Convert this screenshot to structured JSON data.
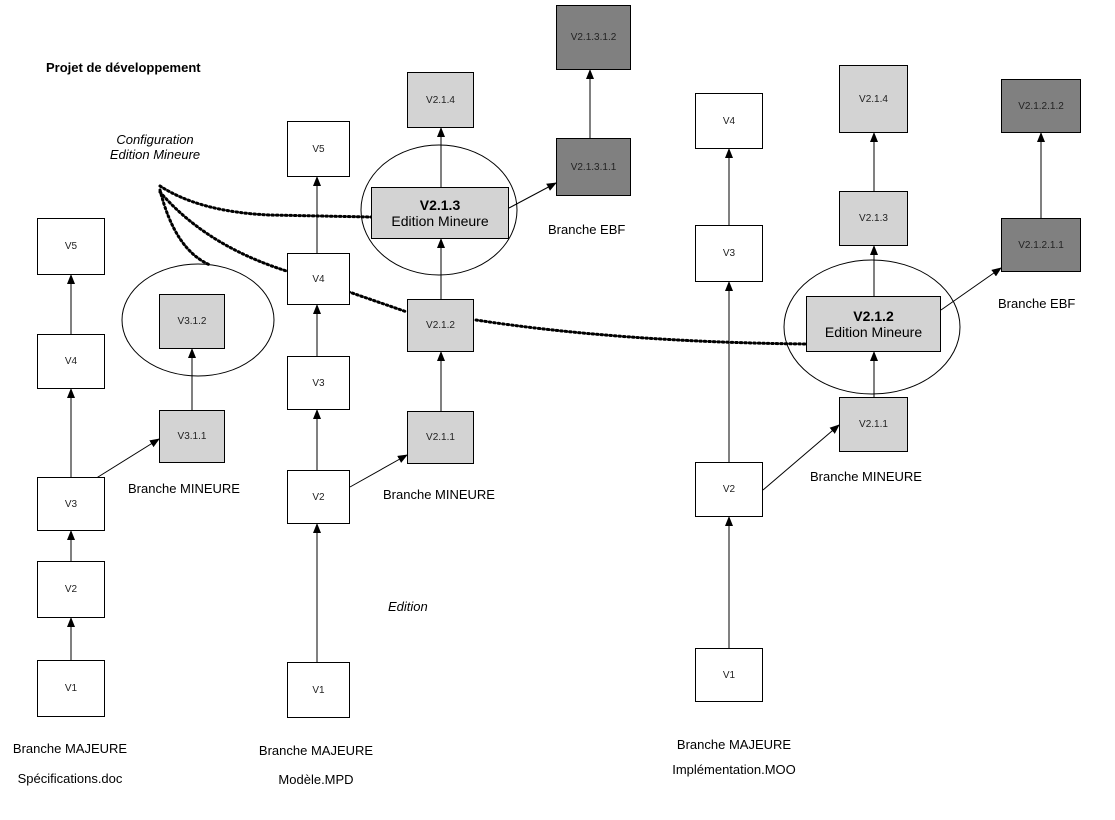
{
  "title": "Projet de développement",
  "annotations": {
    "config_line1": "Configuration",
    "config_line2": "Edition Mineure",
    "edition": "Edition"
  },
  "col1": {
    "branch_label": "Branche MAJEURE",
    "file": "Spécifications.doc",
    "minor_label": "Branche MINEURE",
    "versions": {
      "v1": "V1",
      "v2": "V2",
      "v3": "V3",
      "v4": "V4",
      "v5": "V5"
    },
    "minor": {
      "v311": "V3.1.1",
      "v312": "V3.1.2"
    }
  },
  "col2": {
    "branch_label": "Branche MAJEURE",
    "file": "Modèle.MPD",
    "minor_label": "Branche MINEURE",
    "ebf_label": "Branche EBF",
    "versions": {
      "v1": "V1",
      "v2": "V2",
      "v3": "V3",
      "v4": "V4",
      "v5": "V5"
    },
    "minor": {
      "v211": "V2.1.1",
      "v212": "V2.1.2",
      "v213": "V2.1.3",
      "v213_sub": "Edition Mineure",
      "v214": "V2.1.4"
    },
    "ebf": {
      "v21311": "V2.1.3.1.1",
      "v21312": "V2.1.3.1.2"
    }
  },
  "col3": {
    "branch_label": "Branche MAJEURE",
    "file": "Implémentation.MOO",
    "minor_label": "Branche MINEURE",
    "ebf_label": "Branche EBF",
    "versions": {
      "v1": "V1",
      "v2": "V2",
      "v3": "V3",
      "v4": "V4"
    },
    "minor": {
      "v211": "V2.1.1",
      "v212": "V2.1.2",
      "v212_sub": "Edition Mineure",
      "v213": "V2.1.3",
      "v214": "V2.1.4"
    },
    "ebf": {
      "v21211": "V2.1.2.1.1",
      "v21212": "V2.1.2.1.2"
    }
  },
  "colors": {
    "white": "#ffffff",
    "light": "#d3d3d3",
    "dark": "#808080"
  }
}
